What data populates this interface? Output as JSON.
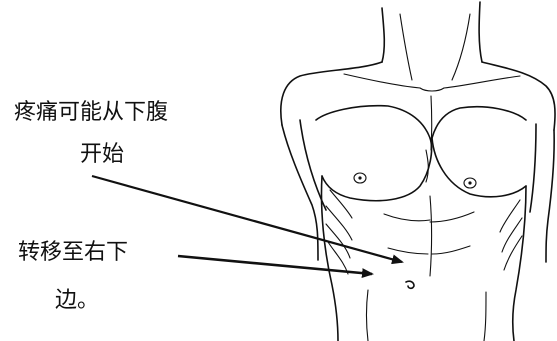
{
  "annotations": {
    "pain_start": {
      "line1": "疼痛可能从下腹",
      "line2": "开始"
    },
    "pain_move": {
      "line1": "转移至右下",
      "line2": "边。"
    }
  },
  "colors": {
    "ink": "#111111",
    "background": "#ffffff"
  }
}
